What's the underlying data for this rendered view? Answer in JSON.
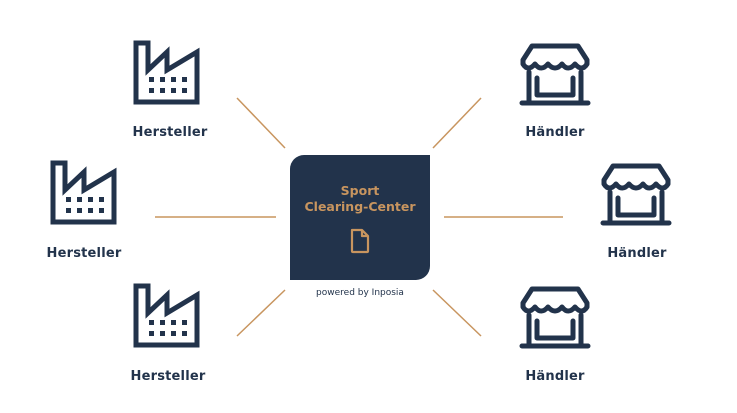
{
  "center": {
    "title_line1": "Sport",
    "title_line2": "Clearing-Center",
    "icon": "document-icon",
    "powered_by": "powered by Inposia"
  },
  "manufacturers": [
    {
      "label": "Hersteller",
      "icon": "factory-icon"
    },
    {
      "label": "Hersteller",
      "icon": "factory-icon"
    },
    {
      "label": "Hersteller",
      "icon": "factory-icon"
    }
  ],
  "retailers": [
    {
      "label": "Händler",
      "icon": "shop-icon"
    },
    {
      "label": "Händler",
      "icon": "shop-icon"
    },
    {
      "label": "Händler",
      "icon": "shop-icon"
    }
  ],
  "colors": {
    "navy": "#22334b",
    "accent": "#c8955f"
  }
}
